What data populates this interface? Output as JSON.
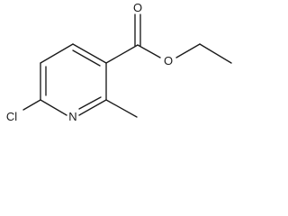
{
  "molecule": {
    "atoms": {
      "oxygen_carbonyl": "O",
      "oxygen_ester": "O",
      "nitrogen_ring": "N",
      "chlorine": "Cl"
    },
    "colors": {
      "ink": "#1a1a1a",
      "background": "#ffffff"
    }
  }
}
